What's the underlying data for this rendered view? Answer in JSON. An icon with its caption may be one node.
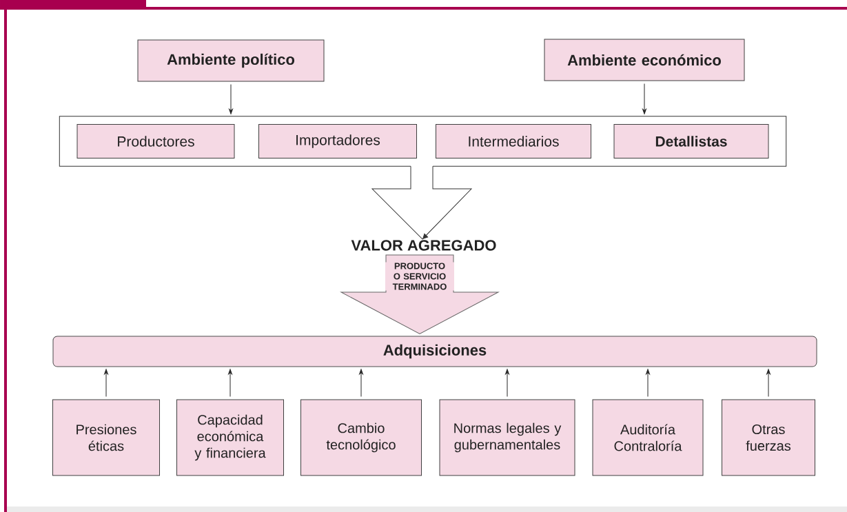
{
  "diagram": {
    "nodes": [
      {
        "text": [
          "Ambiente político"
        ]
      },
      {
        "text": [
          "Ambiente económico"
        ]
      },
      {
        "text": [],
        "shape": "box"
      },
      {
        "text": [
          "Productores"
        ],
        "in": 2
      },
      {
        "text": [
          "Importadores"
        ],
        "in": 2
      },
      {
        "text": [
          "Intermediarios"
        ],
        "in": 2
      },
      {
        "text": [
          "Detallistas"
        ],
        "in": 2
      },
      {
        "text": [
          "VALOR AGREGADO"
        ]
      },
      {
        "text": [
          "Adquisiciones"
        ]
      },
      {
        "text": [
          "Presiones éticas"
        ]
      },
      {
        "text": [
          "Capacidad económica y financiera"
        ]
      },
      {
        "text": [
          "Cambio tecnológico"
        ]
      },
      {
        "text": [
          "Normas legales y gubernamentales"
        ]
      },
      {
        "text": [
          "Auditoría Contraloría"
        ]
      },
      {
        "text": [
          "Otras fuerzas"
        ]
      }
    ],
    "edges": [
      {
        "from": 0,
        "to": 2,
        "arrow": "to"
      },
      {
        "from": 1,
        "to": 2,
        "arrow": "to"
      },
      {
        "from": 2,
        "to": 7,
        "arrow": "to"
      },
      {
        "from": 7,
        "to": 8,
        "arrow": "to",
        "label": "PRODUCTO O SERVICIO TERMINADO"
      },
      {
        "from": 9,
        "to": 8,
        "arrow": "to"
      },
      {
        "from": 10,
        "to": 8,
        "arrow": "to"
      },
      {
        "from": 11,
        "to": 8,
        "arrow": "to"
      },
      {
        "from": 12,
        "to": 8,
        "arrow": "to"
      },
      {
        "from": 13,
        "to": 8,
        "arrow": "to"
      },
      {
        "from": 14,
        "to": 8,
        "arrow": "to"
      }
    ]
  }
}
